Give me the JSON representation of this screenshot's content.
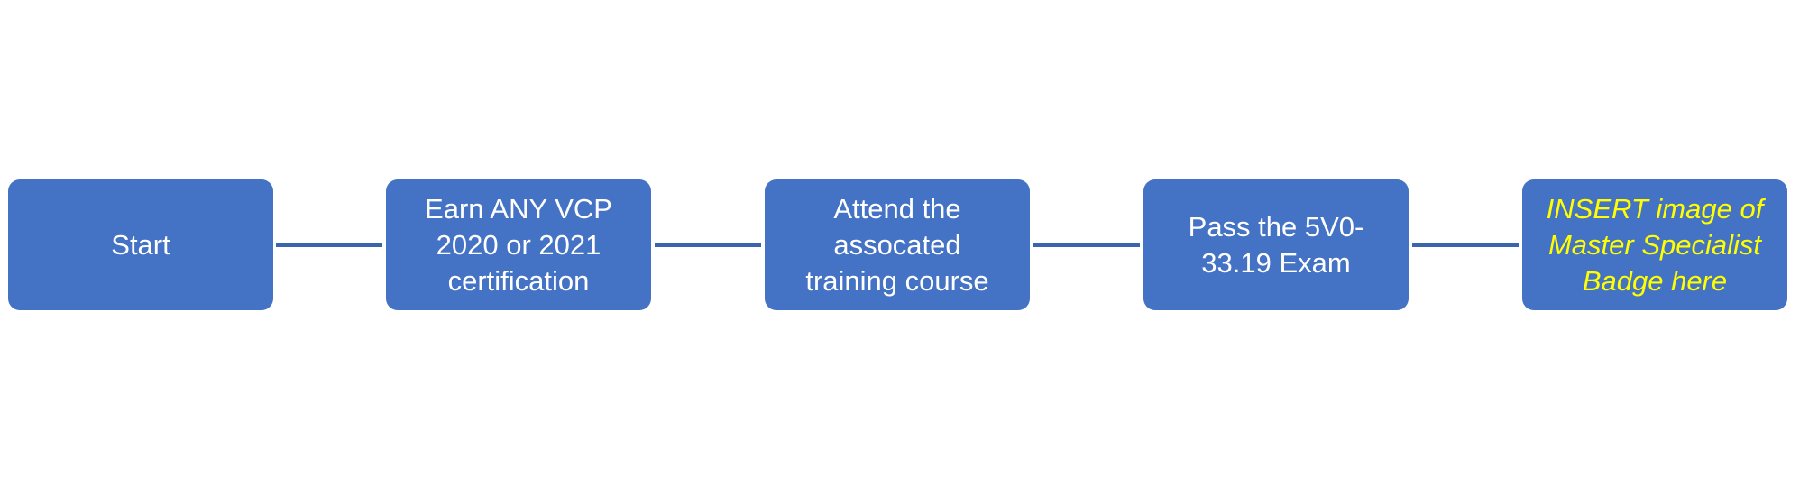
{
  "steps": [
    {
      "label": "Start"
    },
    {
      "label": "Earn ANY VCP\n2020 or 2021\ncertification"
    },
    {
      "label": "Attend the\nassocated\ntraining course"
    },
    {
      "label": "Pass the 5V0-\n33.19 Exam"
    },
    {
      "label": "INSERT image of\nMaster Specialist\nBadge here"
    }
  ],
  "colors": {
    "box": "#4472c4",
    "connector": "#3a64ad",
    "text": "#ffffff",
    "highlight_text": "#ffff00"
  }
}
